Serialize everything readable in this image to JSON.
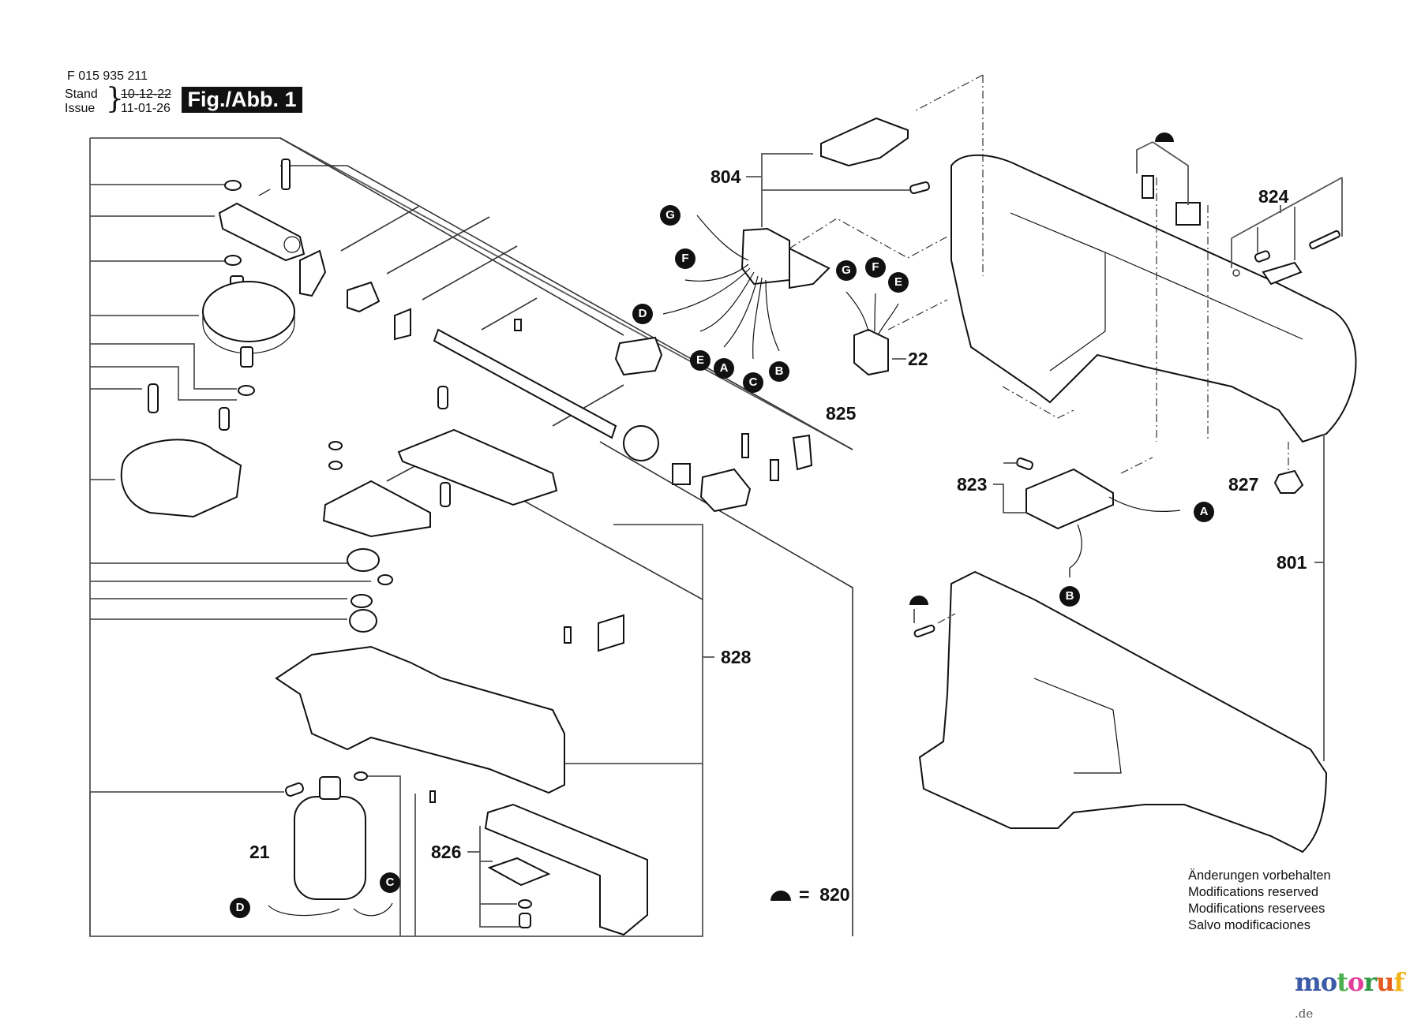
{
  "header": {
    "doc_number": "F 015 935 211",
    "stand_label": "Stand",
    "issue_label": "Issue",
    "stand_date_struck": "10-12-22",
    "issue_date": "11-01-26",
    "figure_label": "Fig./Abb. 1"
  },
  "part_labels": {
    "p804": "804",
    "p824": "824",
    "p825": "825",
    "p22": "22",
    "p823": "823",
    "p827": "827",
    "p801": "801",
    "p828": "828",
    "p21": "21",
    "p826": "826"
  },
  "connectors": {
    "switch_g": "G",
    "switch_f": "F",
    "switch_d": "D",
    "switch_e": "E",
    "switch_a": "A",
    "switch_c": "C",
    "switch_b": "B",
    "plug_g": "G",
    "plug_f": "F",
    "plug_e": "E",
    "battery_a": "A",
    "battery_b": "B",
    "motor_d": "D",
    "motor_c": "C"
  },
  "legend": {
    "symbol": "dome-icon",
    "equals": "=",
    "part": "820"
  },
  "notes": [
    "Änderungen vorbehalten",
    "Modifications reserved",
    "Modifications reservees",
    "Salvo modificaciones"
  ],
  "brand": {
    "letters": [
      "m",
      "o",
      "t",
      "o",
      "r",
      "u",
      "f"
    ],
    "colors": [
      "#3b5aa8",
      "#3b5aa8",
      "#4caf50",
      "#e0409a",
      "#2e9a45",
      "#e35b1e",
      "#f2b21a"
    ],
    "tld": ".de"
  }
}
